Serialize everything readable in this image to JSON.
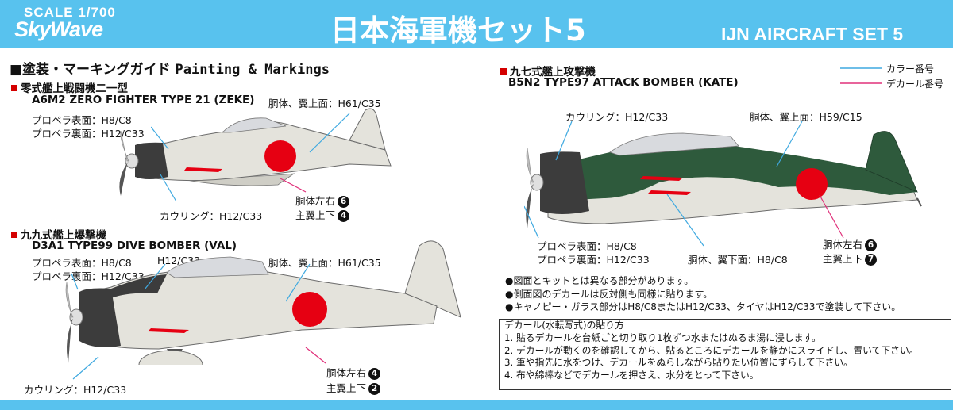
{
  "header": {
    "scale": "SCALE 1/700",
    "brand": "SkyWave",
    "title_jp": "日本海軍機セット5",
    "title_en": "IJN AIRCRAFT SET 5"
  },
  "guide": {
    "title_jp": "■塗装・マーキングガイド",
    "title_en": "Painting & Markings"
  },
  "legend": {
    "color": "カラー番号",
    "decal": "デカール番号",
    "color_line": "#3fa9e0",
    "decal_line": "#e0307a"
  },
  "zero": {
    "name_jp": "零式艦上戦闘機二一型",
    "name_en": "A6M2 ZERO FIGHTER TYPE 21 (ZEKE)",
    "body": "胴体、翼上面：H61/C35",
    "prop_front": "プロペラ表面：H8/C8",
    "prop_back": "プロペラ裏面：H12/C33",
    "cowling": "カウリング：H12/C33",
    "decal_fuselage": "胴体左右",
    "decal_fuselage_num": "6",
    "decal_wing": "主翼上下",
    "decal_wing_num": "4"
  },
  "val": {
    "name_jp": "九九式艦上爆撃機",
    "name_en": "D3A1 TYPE99 DIVE BOMBER (VAL)",
    "prop_front": "プロペラ表面：H8/C8",
    "prop_back": "プロペラ裏面：H12/C33",
    "h12": "H12/C33",
    "body": "胴体、翼上面：H61/C35",
    "cowling": "カウリング：H12/C33",
    "decal_fuselage": "胴体左右",
    "decal_fuselage_num": "4",
    "decal_wing": "主翼上下",
    "decal_wing_num": "2"
  },
  "kate": {
    "name_jp": "九七式艦上攻撃機",
    "name_en": "B5N2 TYPE97 ATTACK BOMBER (KATE)",
    "cowling": "カウリング：H12/C33",
    "body_top": "胴体、翼上面：H59/C15",
    "prop_front": "プロペラ表面：H8/C8",
    "prop_back": "プロペラ裏面：H12/C33",
    "body_under": "胴体、翼下面：H8/C8",
    "decal_fuselage": "胴体左右",
    "decal_fuselage_num": "6",
    "decal_wing": "主翼上下",
    "decal_wing_num": "7"
  },
  "notes": [
    "●図面とキットとは異なる部分があります。",
    "●側面図のデカールは反対側も同様に貼ります。",
    "●キャノピー・ガラス部分はH8/C8またはH12/C33、タイヤはH12/C33で塗装して下さい。"
  ],
  "decal_instructions": {
    "title": "デカール(水転写式)の貼り方",
    "steps": [
      "1. 貼るデカールを台紙ごと切り取り1枚ずつ水またはぬるま湯に浸します。",
      "2. デカールが動くのを確認してから、貼るところにデカールを静かにスライドし、置いて下さい。",
      "3. 筆や指先に水をつけ、デカールをぬらしながら貼りたい位置にずらして下さい。",
      "4. 布や綿棒などでデカールを押さえ、水分をとって下さい。"
    ]
  },
  "colors": {
    "banner": "#58c2ee",
    "hinomaru": "#e60012",
    "zero_body": "#e4e3dc",
    "kate_green": "#2e5a3c",
    "cowling": "#3c3c3c"
  }
}
